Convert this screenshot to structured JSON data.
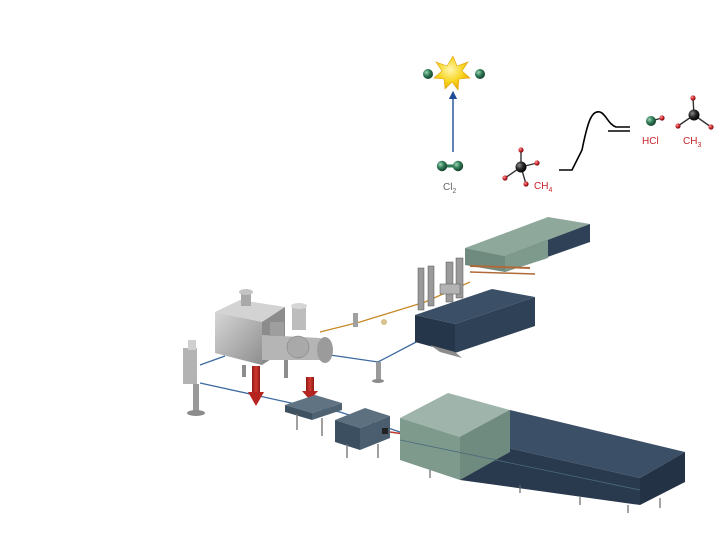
{
  "labels": {
    "cl2": "Cl",
    "cl2_sub": "2",
    "ch4": "CH",
    "ch4_sub": "4",
    "hcl": "HCl",
    "ch3": "CH",
    "ch3_sub": "3"
  },
  "colors": {
    "chlorine": "#2e7a56",
    "carbon": "#1f1f1f",
    "hydrogen": "#c8242a",
    "label_red": "#c8242a",
    "label_gray": "#666666",
    "arrow_blue": "#1f4e96",
    "flash": "#f7d51c",
    "beam_blue": "#3c6aa0",
    "beam_orange": "#c78a2a",
    "chamber": "#b9b9b9",
    "chamber_dark": "#8c8c8c",
    "magnet_green": "#7d9a8d",
    "magnet_navy": "#2f4156",
    "laser_red": "#b5241e"
  }
}
